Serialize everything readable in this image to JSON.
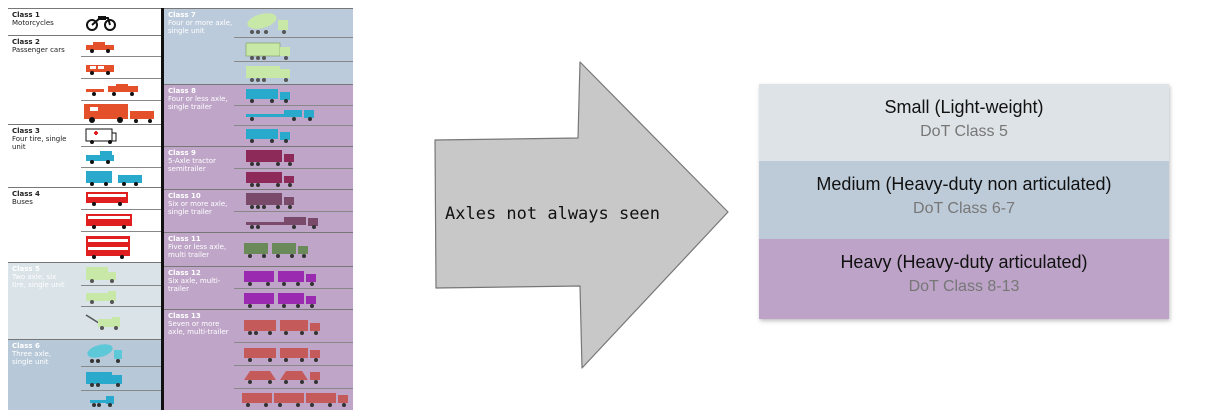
{
  "left_table": [
    {
      "title": "Class 1",
      "desc": "Motorcycles"
    },
    {
      "title": "Class 2",
      "desc": "Passenger cars"
    },
    {
      "title": "Class 3",
      "desc": "Four tire, single unit"
    },
    {
      "title": "Class 4",
      "desc": "Buses"
    },
    {
      "title": "Class 5",
      "desc": "Two axle, six tire, single unit"
    },
    {
      "title": "Class 6",
      "desc": "Three axle, single unit"
    }
  ],
  "right_table": [
    {
      "title": "Class 7",
      "desc": "Four or more axle, single unit"
    },
    {
      "title": "Class 8",
      "desc": "Four or less axle, single trailer"
    },
    {
      "title": "Class 9",
      "desc": "5-Axle tractor semitrailer"
    },
    {
      "title": "Class 10",
      "desc": "Six or more axle, single trailer"
    },
    {
      "title": "Class 11",
      "desc": "Five or less axle, multi trailer"
    },
    {
      "title": "Class 12",
      "desc": "Six axle, multi-trailer"
    },
    {
      "title": "Class 13",
      "desc": "Seven or more axle, multi-trailer"
    }
  ],
  "arrow_label": "Axles not always seen",
  "categories": [
    {
      "name": "Small (Light-weight)",
      "sub": "DoT Class 5"
    },
    {
      "name": "Medium (Heavy-duty non articulated)",
      "sub": "DoT Class 6-7"
    },
    {
      "name": "Heavy (Heavy-duty articulated)",
      "sub": "DoT Class 8-13"
    }
  ],
  "colors": {
    "small_bg": "#dde3e6",
    "medium_bg": "#bdcbd9",
    "heavy_bg": "#bca3c7",
    "arrow_fill": "#c8c8c8",
    "purple_rows": "#bfa6c8",
    "blue_rows": "#b7c8d8"
  }
}
